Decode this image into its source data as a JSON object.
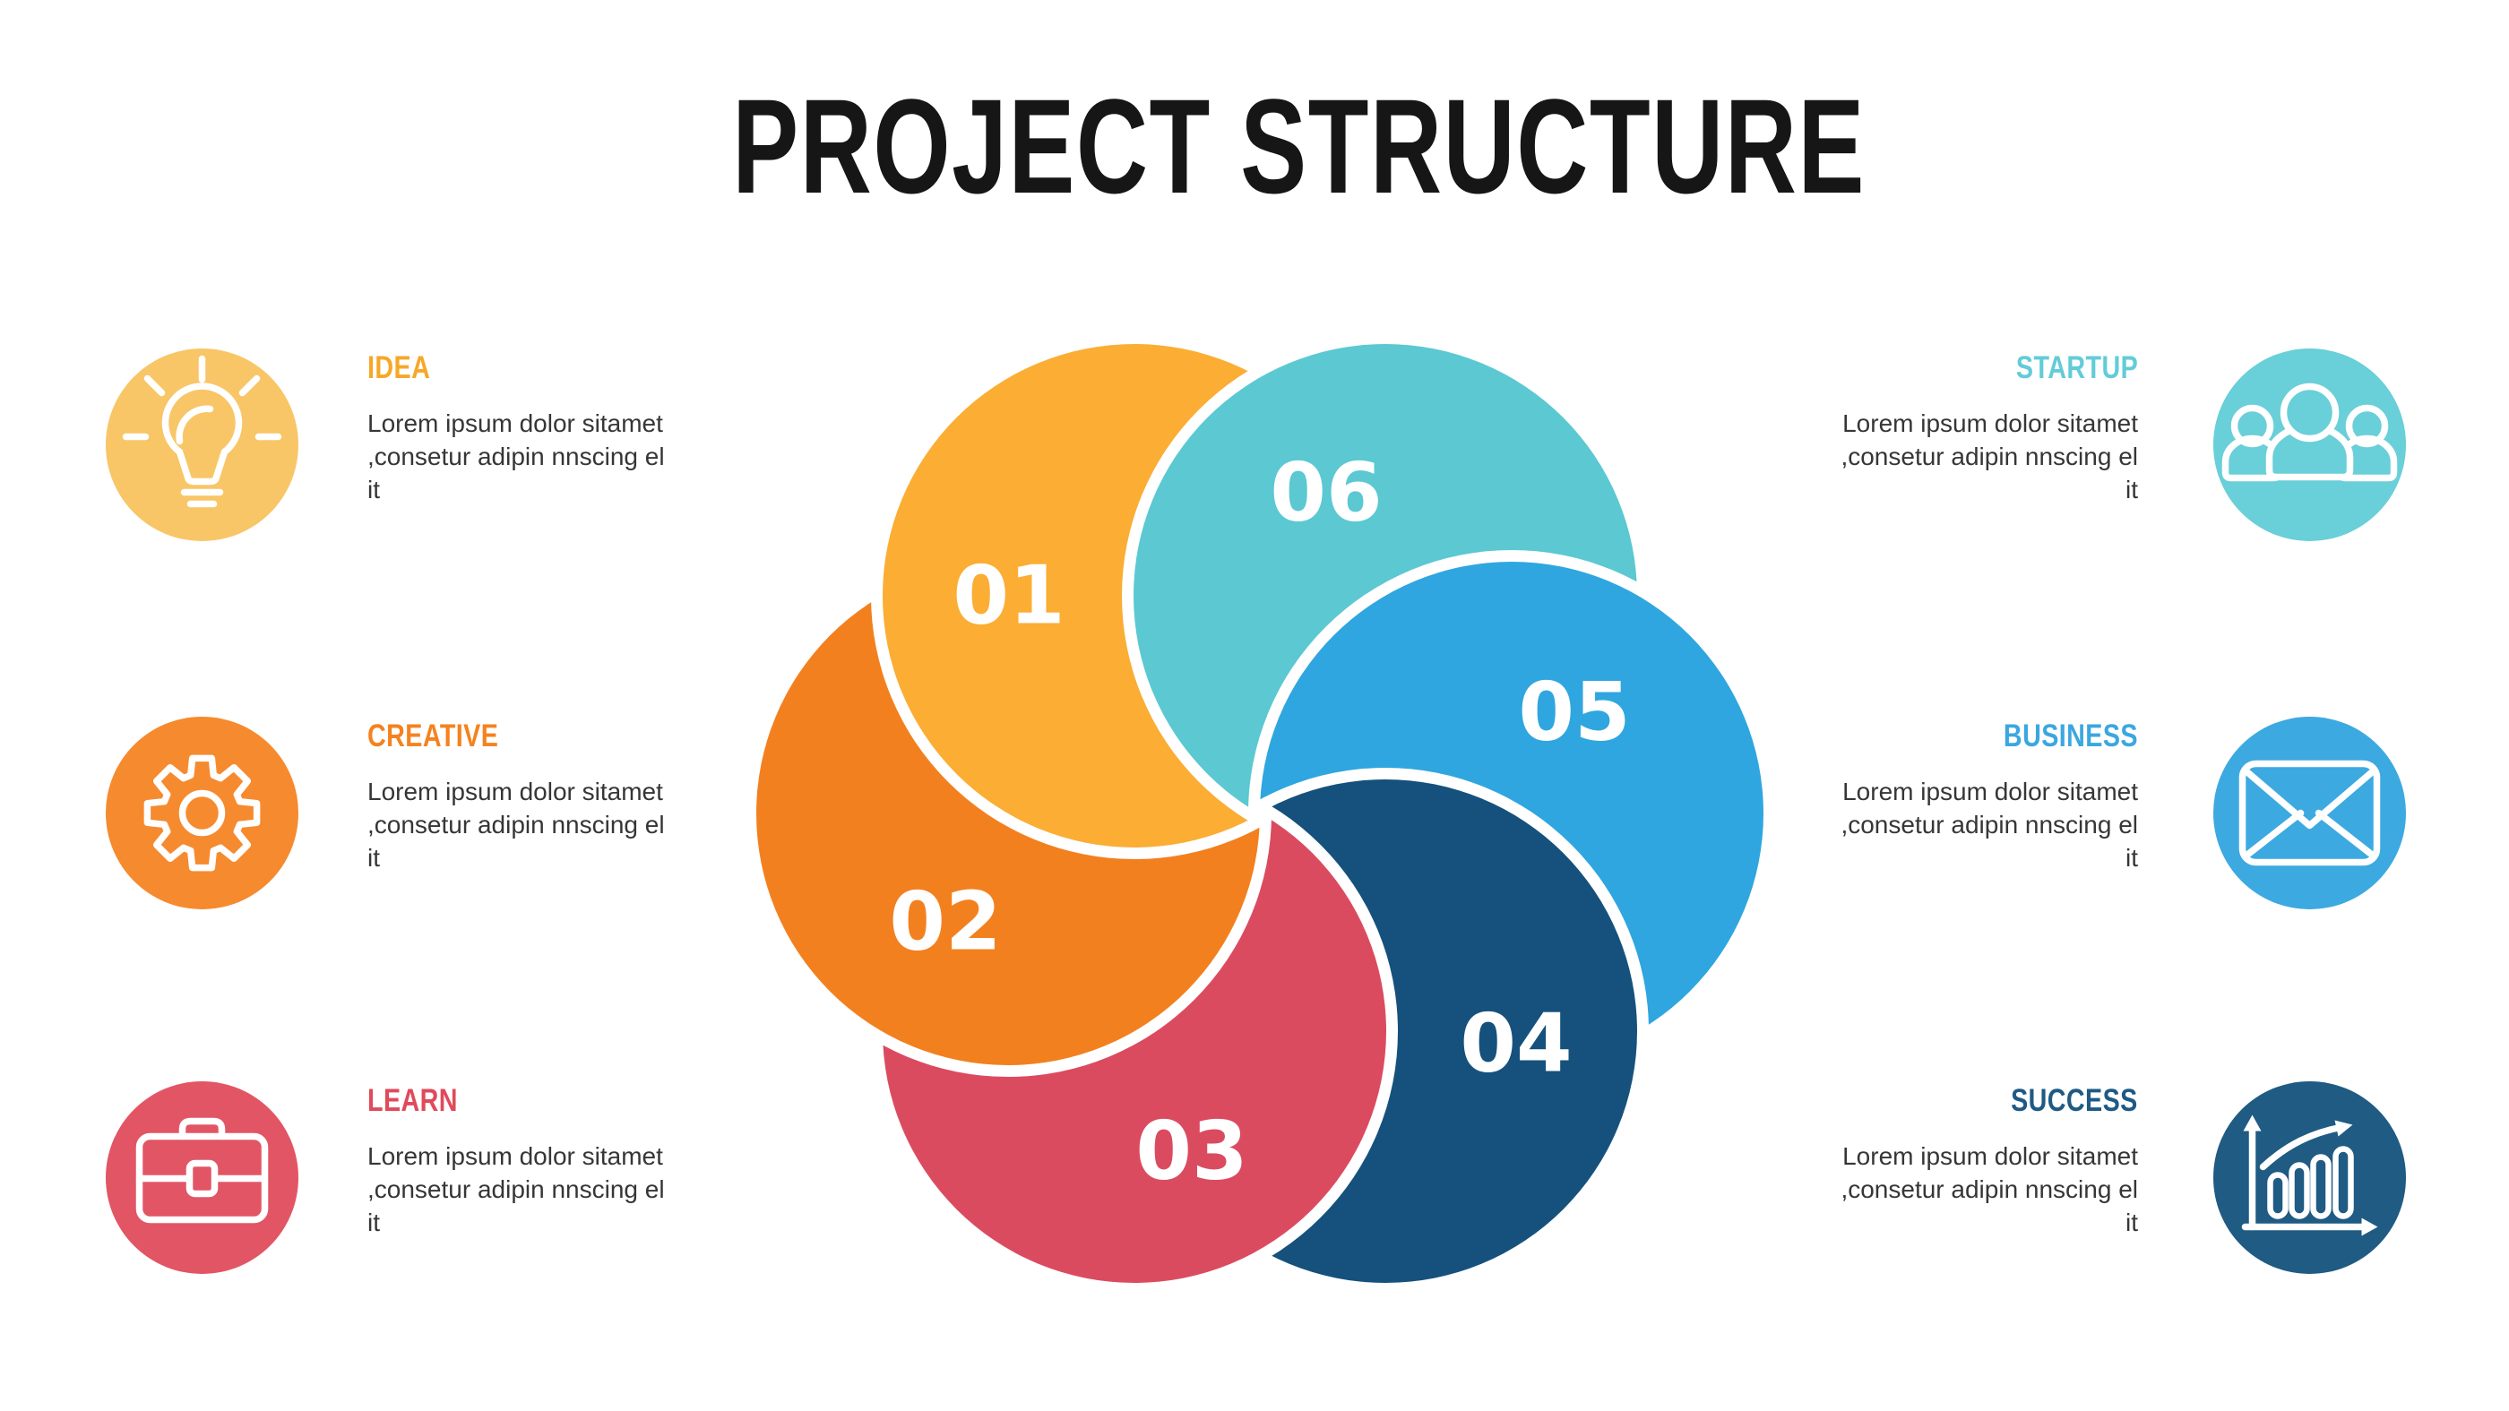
{
  "title": {
    "text": "PROJECT STRUCTURE",
    "color": "#161616"
  },
  "pinwheel": {
    "number_text_color": "#ffffff",
    "petals": [
      {
        "number": "01",
        "color": "#FBAD34"
      },
      {
        "number": "02",
        "color": "#F3801F"
      },
      {
        "number": "03",
        "color": "#DB4B60"
      },
      {
        "number": "04",
        "color": "#15517C"
      },
      {
        "number": "05",
        "color": "#2FA6DF"
      },
      {
        "number": "06",
        "color": "#5BC8D2"
      }
    ]
  },
  "body_text_color": "#363636",
  "items": [
    {
      "title": "IDEA",
      "title_color": "#F7A728",
      "circle_color": "#F8C667",
      "icon": "lightbulb-icon",
      "body": "Lorem ipsum dolor sitamet\n,consetur adipin nnscing el\nit"
    },
    {
      "title": "CREATIVE",
      "title_color": "#F5821F",
      "circle_color": "#F68A2E",
      "icon": "gear-icon",
      "body": "Lorem ipsum dolor sitamet\n,consetur adipin nnscing el\nit"
    },
    {
      "title": "LEARN",
      "title_color": "#E04A5B",
      "circle_color": "#E25565",
      "icon": "briefcase-icon",
      "body": "Lorem ipsum dolor sitamet\n,consetur adipin nnscing el\nit"
    },
    {
      "title": "STARTUP",
      "title_color": "#62CCD8",
      "circle_color": "#69CFD8",
      "icon": "team-icon",
      "body": "Lorem ipsum dolor sitamet\n,consetur adipin nnscing el\nit"
    },
    {
      "title": "BUSINESS",
      "title_color": "#3BA7E0",
      "circle_color": "#3DA9E1",
      "icon": "envelope-icon",
      "body": "Lorem ipsum dolor sitamet\n,consetur adipin nnscing el\nit"
    },
    {
      "title": "SUCCESS",
      "title_color": "#1E5A84",
      "circle_color": "#1F5B83",
      "icon": "growth-chart-icon",
      "body": "Lorem ipsum dolor sitamet\n,consetur adipin nnscing el\nit"
    }
  ]
}
